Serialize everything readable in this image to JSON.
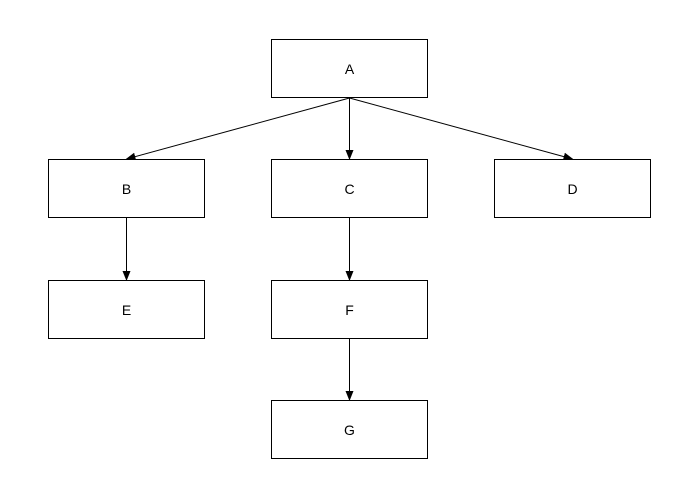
{
  "diagram": {
    "nodes": {
      "a": "A",
      "b": "B",
      "c": "C",
      "d": "D",
      "e": "E",
      "f": "F",
      "g": "G"
    },
    "edges": [
      {
        "from": "a",
        "to": "b"
      },
      {
        "from": "a",
        "to": "c"
      },
      {
        "from": "a",
        "to": "d"
      },
      {
        "from": "b",
        "to": "e"
      },
      {
        "from": "c",
        "to": "f"
      },
      {
        "from": "f",
        "to": "g"
      }
    ],
    "colors": {
      "line": "#000000",
      "node_border": "#000000",
      "background": "#ffffff"
    }
  }
}
